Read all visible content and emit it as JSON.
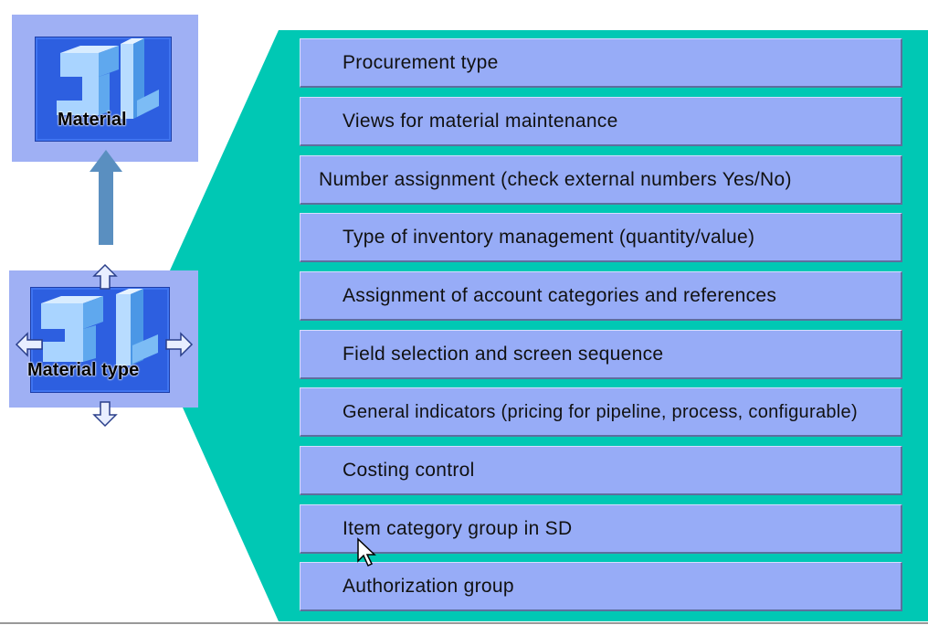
{
  "material_box": {
    "label": "Material",
    "icon": "blocks-icon"
  },
  "material_type_box": {
    "label": "Material type",
    "icon": "blocks-icon"
  },
  "attributes": [
    {
      "label": "Procurement type"
    },
    {
      "label": "Views for material maintenance"
    },
    {
      "label": "Number assignment (check external numbers Yes/No)"
    },
    {
      "label": "Type of inventory management (quantity/value)"
    },
    {
      "label": "Assignment of account categories and references"
    },
    {
      "label": "Field selection and screen sequence"
    },
    {
      "label": "General indicators (pricing for pipeline, process, configurable)"
    },
    {
      "label": "Costing control"
    },
    {
      "label": "Item category group in SD"
    },
    {
      "label": "Authorization group"
    }
  ],
  "colors": {
    "wedge": "#00c8b4",
    "box_bg": "#9fb0f4",
    "tile": "#2d5fe0",
    "item_bg": "#97acf7",
    "arrow": "#5a8fc0"
  }
}
